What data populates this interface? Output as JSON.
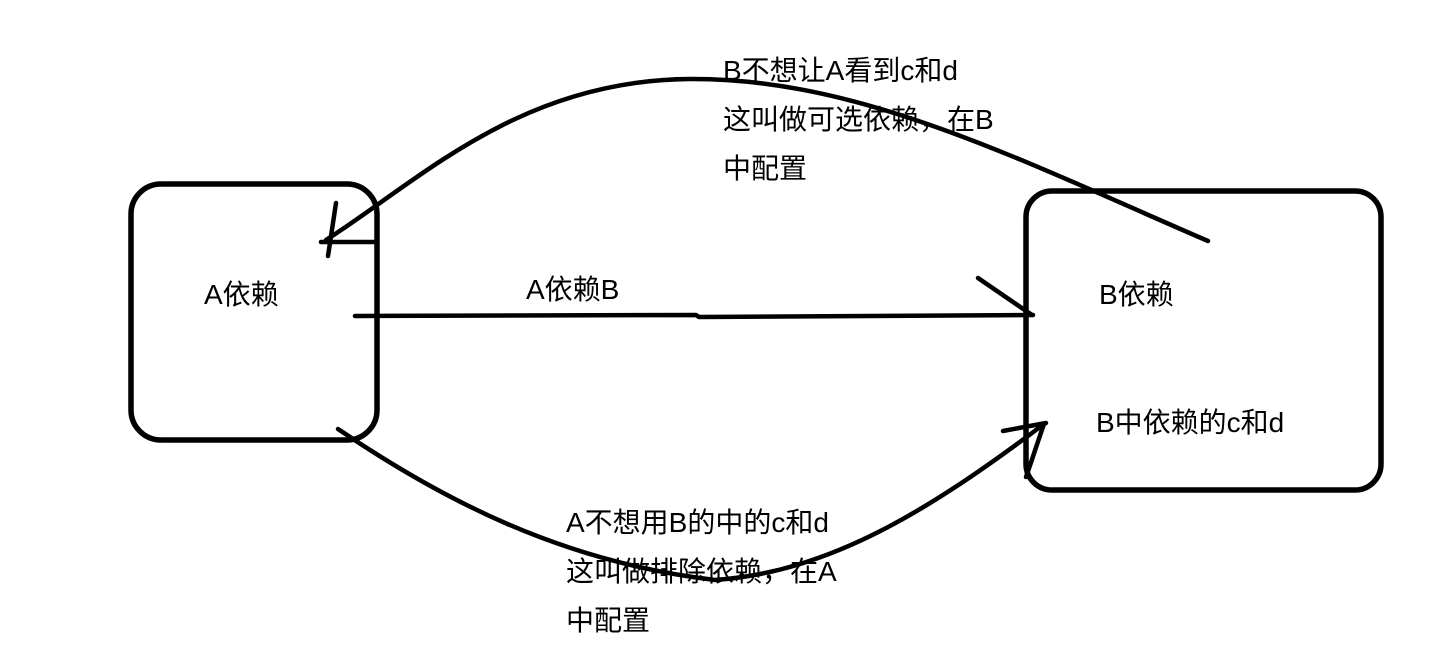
{
  "canvas": {
    "background": "#ffffff",
    "ink": "#000000"
  },
  "box_a": {
    "label": "A依赖"
  },
  "box_b": {
    "label": "B依赖",
    "content": "B中依赖的c和d"
  },
  "arrow_a_to_b": {
    "label": "A依赖B"
  },
  "note_optional": {
    "lines": [
      "B不想让A看到c和d",
      "这叫做可选依赖，在B",
      "中配置"
    ]
  },
  "note_exclude": {
    "lines": [
      "A不想用B的中的c和d",
      "这叫做排除依赖，在A",
      "中配置"
    ]
  }
}
